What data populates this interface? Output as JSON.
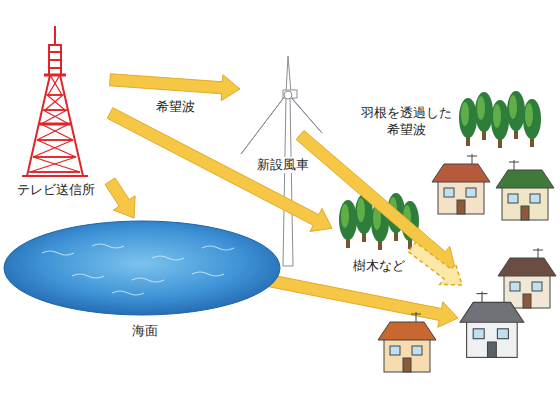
{
  "diagram": {
    "nodes": [
      {
        "text": [
          "テレビ送信所"
        ]
      },
      {
        "text": [
          "新設風車"
        ]
      },
      {
        "text": [
          "樹木など"
        ]
      },
      {
        "text": [
          "海面"
        ]
      }
    ],
    "edges": [
      {
        "from": 0,
        "to": 1,
        "arrow": "to",
        "label": "希望波"
      },
      {
        "from": 0,
        "to": 2,
        "arrow": "to"
      },
      {
        "from": 0,
        "to": 3,
        "arrow": "to"
      }
    ],
    "labels": [
      "羽根を透過した 希望波"
    ]
  }
}
